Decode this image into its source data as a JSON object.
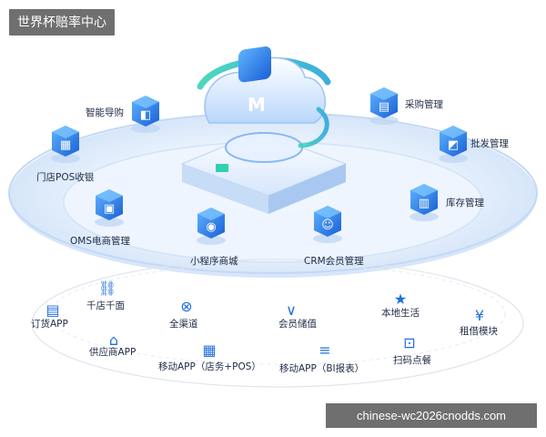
{
  "watermark_top": "世界杯赔率中心",
  "watermark_bottom": "chinese-wc2026cnodds.com",
  "center_logo": "M",
  "outer_modules": [
    {
      "label": "智能导购",
      "icon": "shopping-guide-icon"
    },
    {
      "label": "采购管理",
      "icon": "purchase-icon"
    },
    {
      "label": "门店POS收银",
      "icon": "pos-icon"
    },
    {
      "label": "批发管理",
      "icon": "wholesale-icon"
    },
    {
      "label": "库存管理",
      "icon": "inventory-icon"
    },
    {
      "label": "OMS电商管理",
      "icon": "oms-icon"
    },
    {
      "label": "小程序商城",
      "icon": "mini-program-icon"
    },
    {
      "label": "CRM会员管理",
      "icon": "crm-icon"
    }
  ],
  "inner_features": [
    {
      "label": "千店千面",
      "icon": "link-icon"
    },
    {
      "label": "订货APP",
      "icon": "clipboard-icon"
    },
    {
      "label": "全渠道",
      "icon": "omnichannel-icon"
    },
    {
      "label": "会员储值",
      "icon": "stored-value-icon"
    },
    {
      "label": "本地生活",
      "icon": "star-icon"
    },
    {
      "label": "租借模块",
      "icon": "rental-icon"
    },
    {
      "label": "供应商APP",
      "icon": "supplier-icon"
    },
    {
      "label": "移动APP（店务+POS）",
      "icon": "calculator-icon"
    },
    {
      "label": "移动APP（BI报表）",
      "icon": "report-icon"
    },
    {
      "label": "扫码点餐",
      "icon": "scan-icon"
    }
  ],
  "colors": {
    "primary": "#1f6fe0",
    "accent": "#2ed1b0",
    "ring": "#dbe9fb",
    "text": "#1f2a44"
  }
}
